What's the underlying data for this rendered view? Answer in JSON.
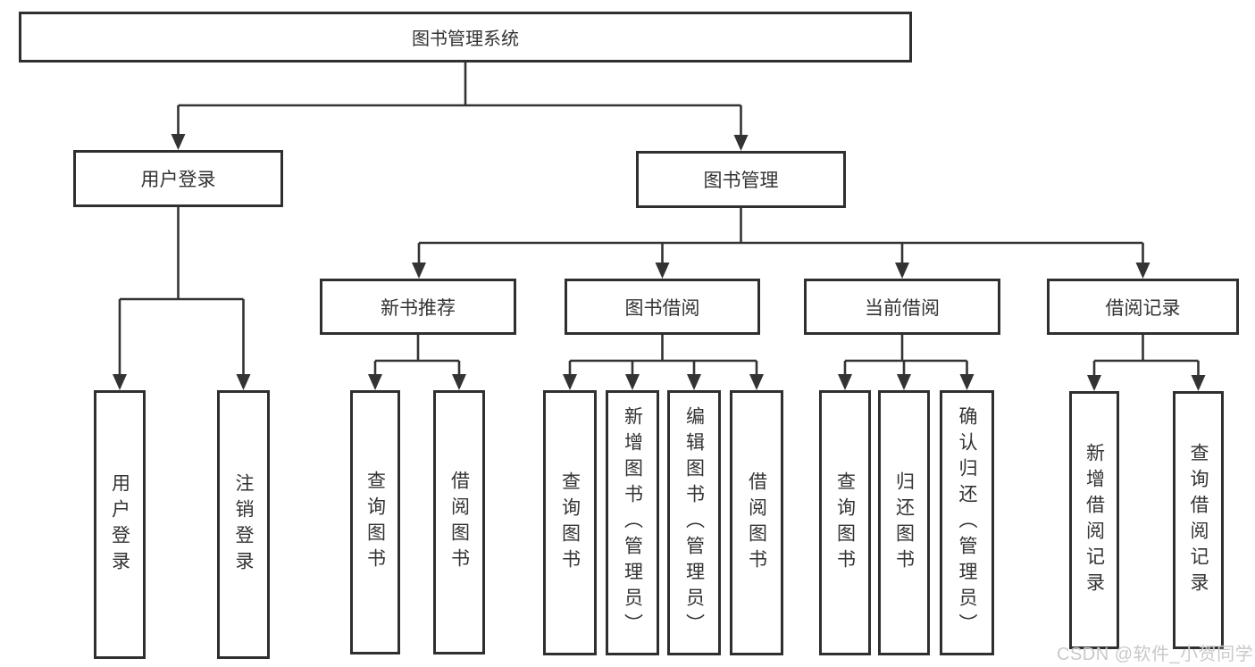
{
  "diagram": {
    "root": "图书管理系统",
    "login": {
      "label": "用户登录",
      "children": [
        "用户登录",
        "注销登录"
      ]
    },
    "management": {
      "label": "图书管理",
      "sections": [
        {
          "label": "新书推荐",
          "children": [
            "查询图书",
            "借阅图书"
          ]
        },
        {
          "label": "图书借阅",
          "children": [
            "查询图书",
            "新增图书（管理员）",
            "编辑图书（管理员）",
            "借阅图书"
          ]
        },
        {
          "label": "当前借阅",
          "children": [
            "查询图书",
            "归还图书",
            "确认归还（管理员）"
          ]
        },
        {
          "label": "借阅记录",
          "children": [
            "新增借阅记录",
            "查询借阅记录"
          ]
        }
      ]
    }
  },
  "watermark": "CSDN @软件_小贺同学",
  "colors": {
    "line": "#333333",
    "box_border": "#2f2f2f",
    "text": "#333333",
    "background": "#ffffff",
    "watermark": "#c9c9c9"
  }
}
